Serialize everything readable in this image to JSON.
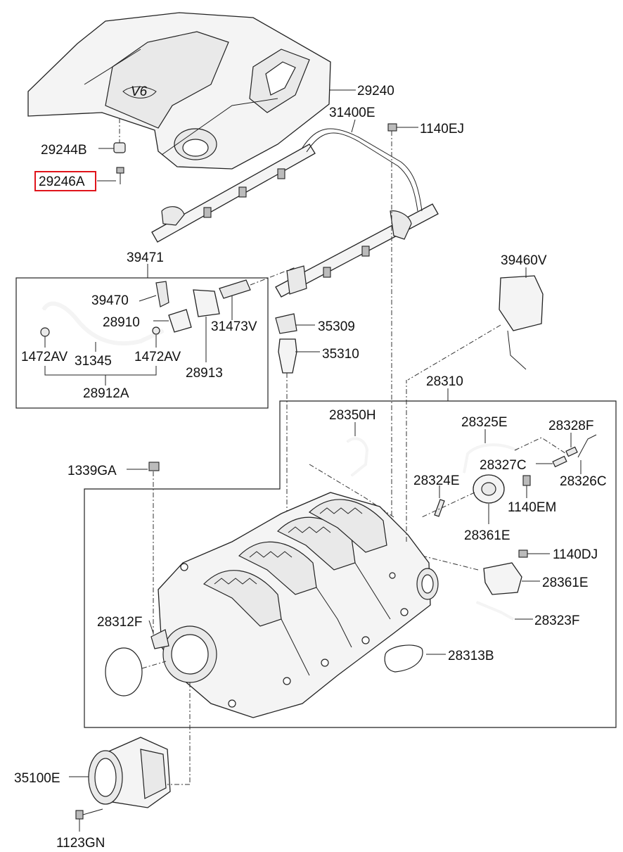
{
  "diagram": {
    "labels": {
      "p29240": "29240",
      "p31400E": "31400E",
      "p1140EJ": "1140EJ",
      "p29244B": "29244B",
      "p29246A": "29246A",
      "p39471": "39471",
      "p39470": "39470",
      "p28910": "28910",
      "p31473V": "31473V",
      "p35309": "35309",
      "p35310": "35310",
      "p39460V": "39460V",
      "p1472AV_left": "1472AV",
      "p31345": "31345",
      "p1472AV_right": "1472AV",
      "p28913": "28913",
      "p28912A": "28912A",
      "p28310": "28310",
      "p28350H": "28350H",
      "p28325E": "28325E",
      "p28328F": "28328F",
      "p1339GA": "1339GA",
      "p28327C": "28327C",
      "p28326C": "28326C",
      "p28324E": "28324E",
      "p1140EM": "1140EM",
      "p28361E_top": "28361E",
      "p1140DJ": "1140DJ",
      "p28361E_bottom": "28361E",
      "p28312F": "28312F",
      "p28323F": "28323F",
      "p28313B": "28313B",
      "p35100E": "35100E",
      "p1123GN": "1123GN"
    },
    "highlight_color": "#e0141b",
    "highlighted_part": "29246A"
  }
}
